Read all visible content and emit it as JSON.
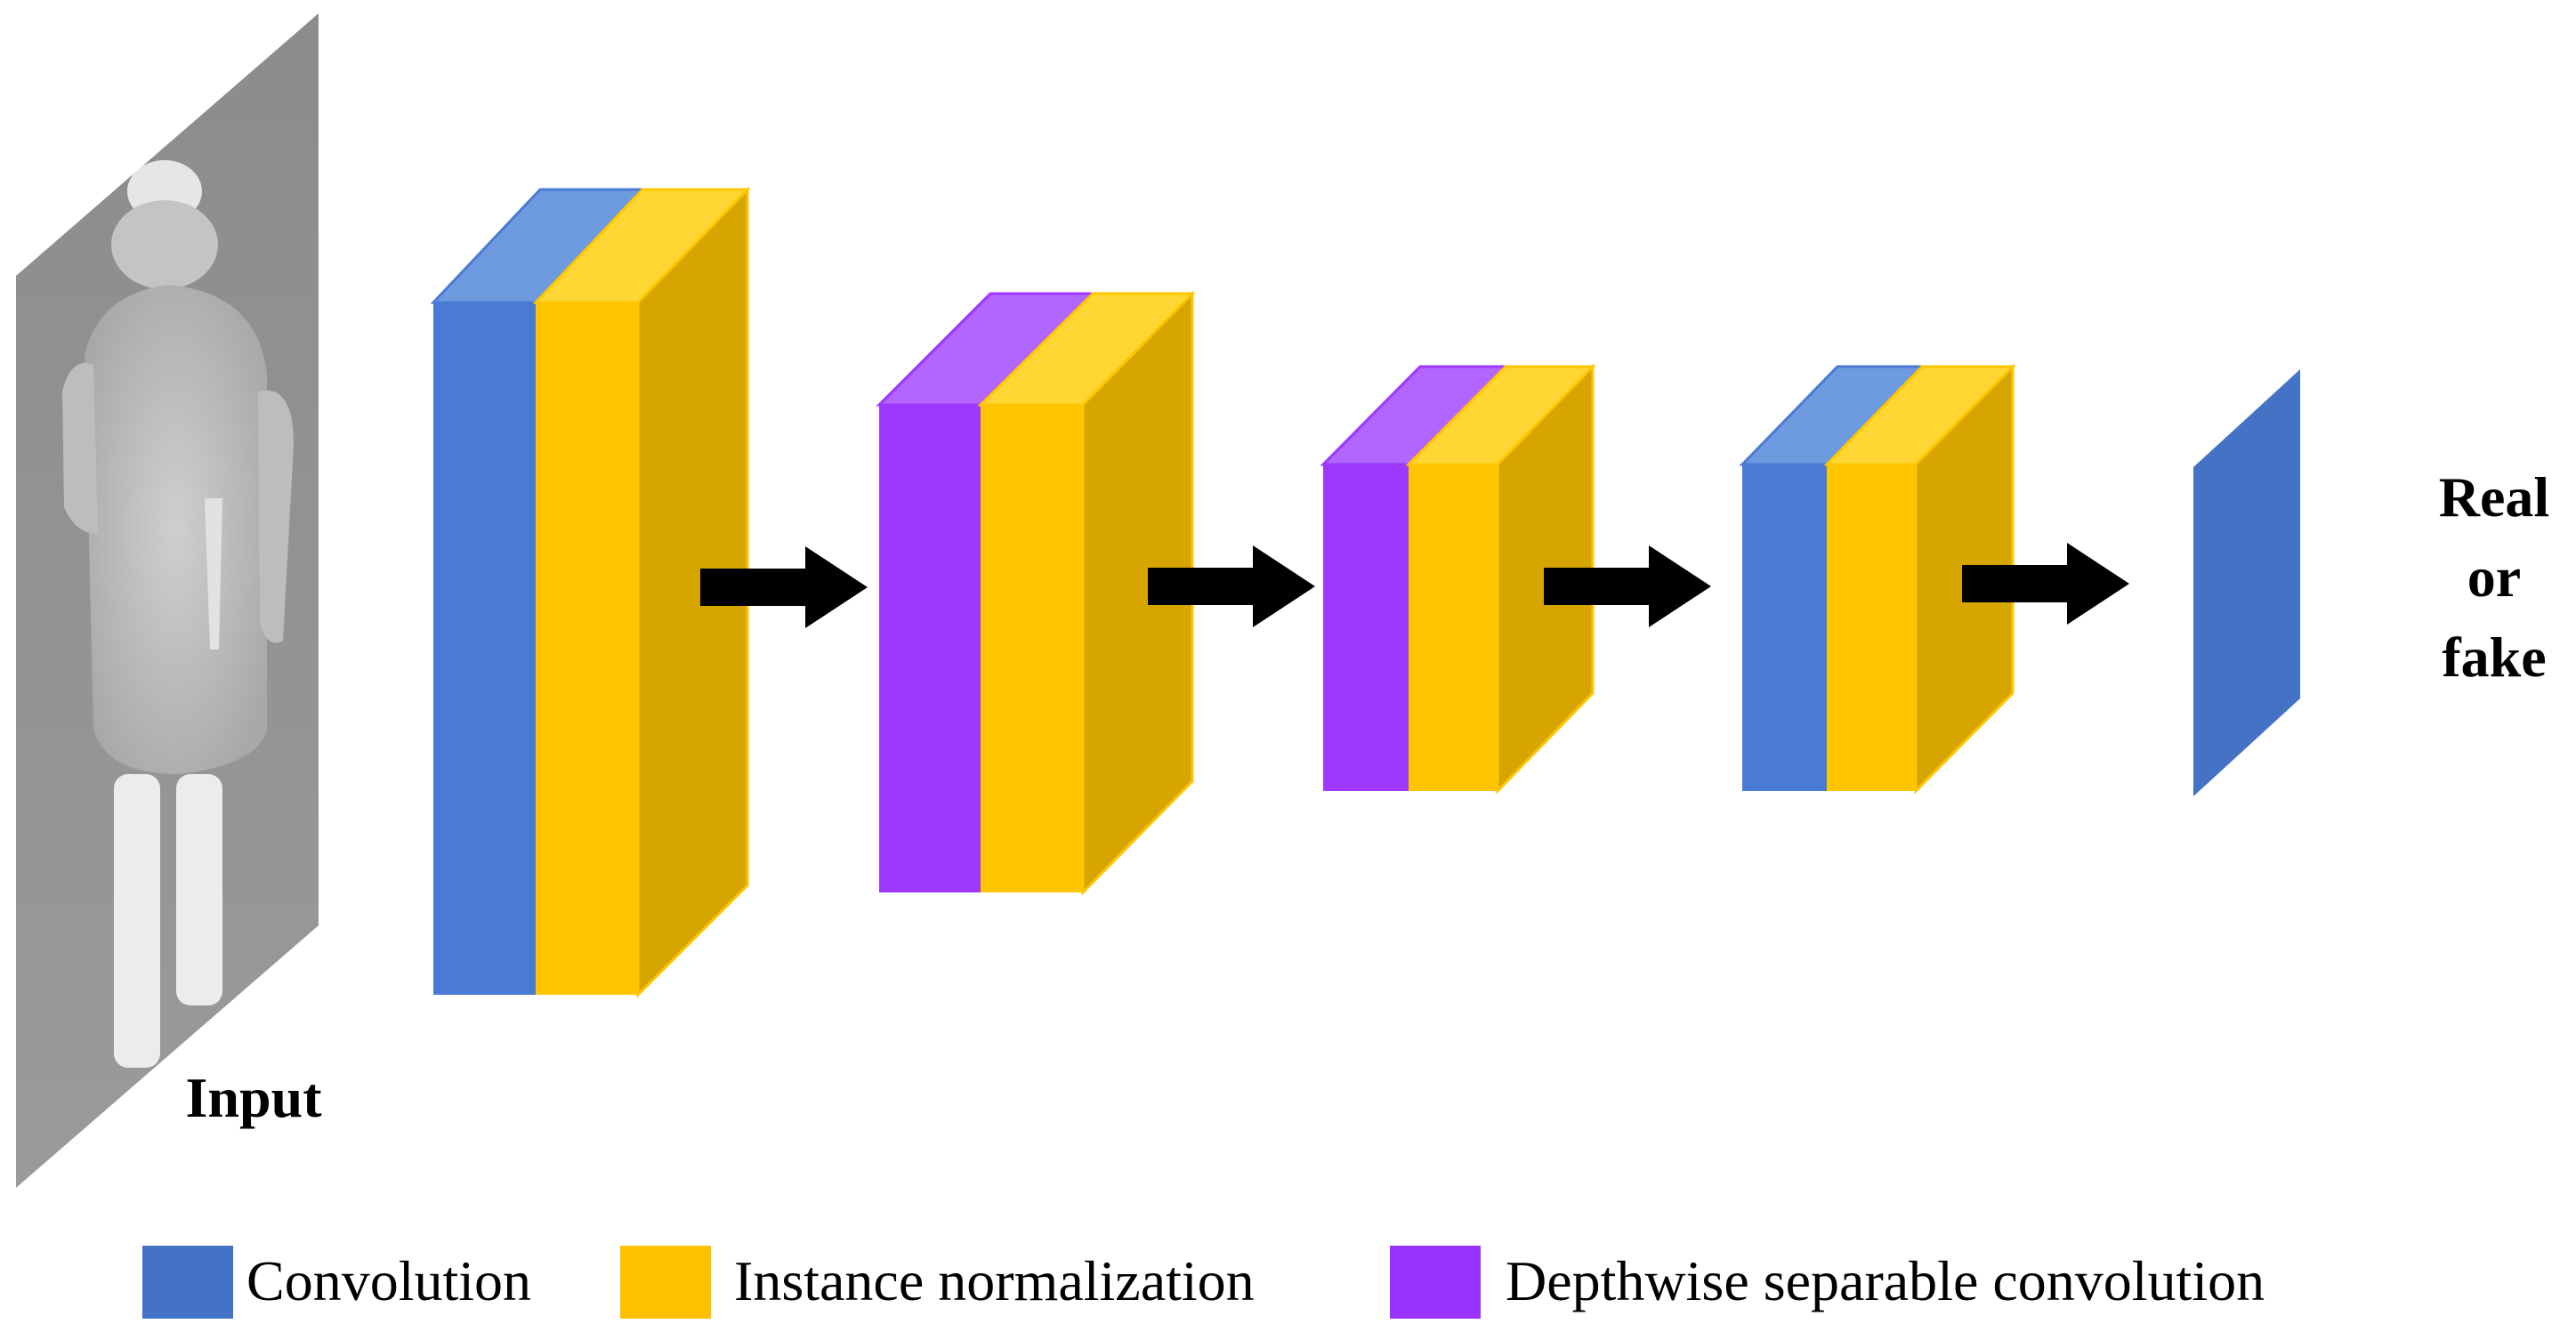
{
  "labels": {
    "input": "Input",
    "output_line1": "Real",
    "output_line2": "or",
    "output_line3": "fake"
  },
  "legend": [
    {
      "label": "Convolution",
      "color": "#4472C4"
    },
    {
      "label": "Instance normalization",
      "color": "#FFC000"
    },
    {
      "label": "Depthwise separable convolution",
      "color": "#9933FF"
    }
  ],
  "blocks": [
    {
      "first_layer": "Convolution",
      "second_layer": "Instance normalization"
    },
    {
      "first_layer": "Depthwise separable convolution",
      "second_layer": "Instance normalization"
    },
    {
      "first_layer": "Depthwise separable convolution",
      "second_layer": "Instance normalization"
    },
    {
      "first_layer": "Convolution",
      "second_layer": "Instance normalization"
    },
    {
      "first_layer": "Convolution",
      "second_layer": ""
    }
  ],
  "colors": {
    "convolution": "#4472C4",
    "convolution_front": "#4A7BD4",
    "convolution_top": "#6E9AE0",
    "instance_norm_front": "#FFC600",
    "instance_norm_top": "#FFD633",
    "instance_norm_side": "#D6A500",
    "depthwise_front": "#9E38FF",
    "depthwise_top": "#B266FF",
    "arrow": "#000000"
  }
}
